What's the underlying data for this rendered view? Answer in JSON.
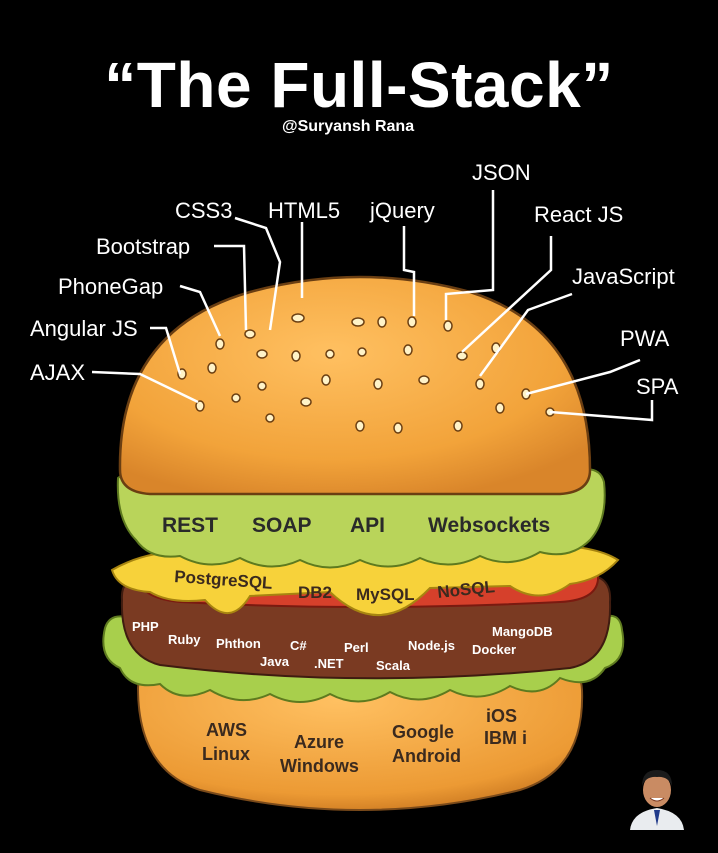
{
  "title": "“The Full-Stack”",
  "handle": "@Suryansh Rana",
  "frontend_labels": {
    "css3": "CSS3",
    "html5": "HTML5",
    "jquery": "jQuery",
    "json": "JSON",
    "reactjs": "React JS",
    "bootstrap": "Bootstrap",
    "javascript": "JavaScript",
    "phonegap": "PhoneGap",
    "angularjs": "Angular JS",
    "pwa": "PWA",
    "ajax": "AJAX",
    "spa": "SPA"
  },
  "api_layer": {
    "rest": "REST",
    "soap": "SOAP",
    "api": "API",
    "websockets": "Websockets"
  },
  "database_layer": {
    "postgresql": "PostgreSQL",
    "db2": "DB2",
    "mysql": "MySQL",
    "nosql": "NoSQL"
  },
  "backend_layer": {
    "php": "PHP",
    "ruby": "Ruby",
    "phthon": "Phthon",
    "csharp": "C#",
    "java": "Java",
    "perl": "Perl",
    "dotnet": ".NET",
    "nodejs": "Node.js",
    "scala": "Scala",
    "mangodb": "MangoDB",
    "docker": "Docker"
  },
  "platform_layer": {
    "aws": "AWS",
    "linux": "Linux",
    "azure": "Azure",
    "windows": "Windows",
    "google": "Google",
    "android": "Android",
    "ios": "iOS",
    "ibmi": "IBM i"
  },
  "colors": {
    "background": "#000000",
    "bun": "#F2A33A",
    "lettuce": "#B9D45A",
    "cheese": "#F7D23A",
    "tomato": "#D6402B",
    "patty": "#7A3A22",
    "text_dark": "#3B2A1E"
  }
}
